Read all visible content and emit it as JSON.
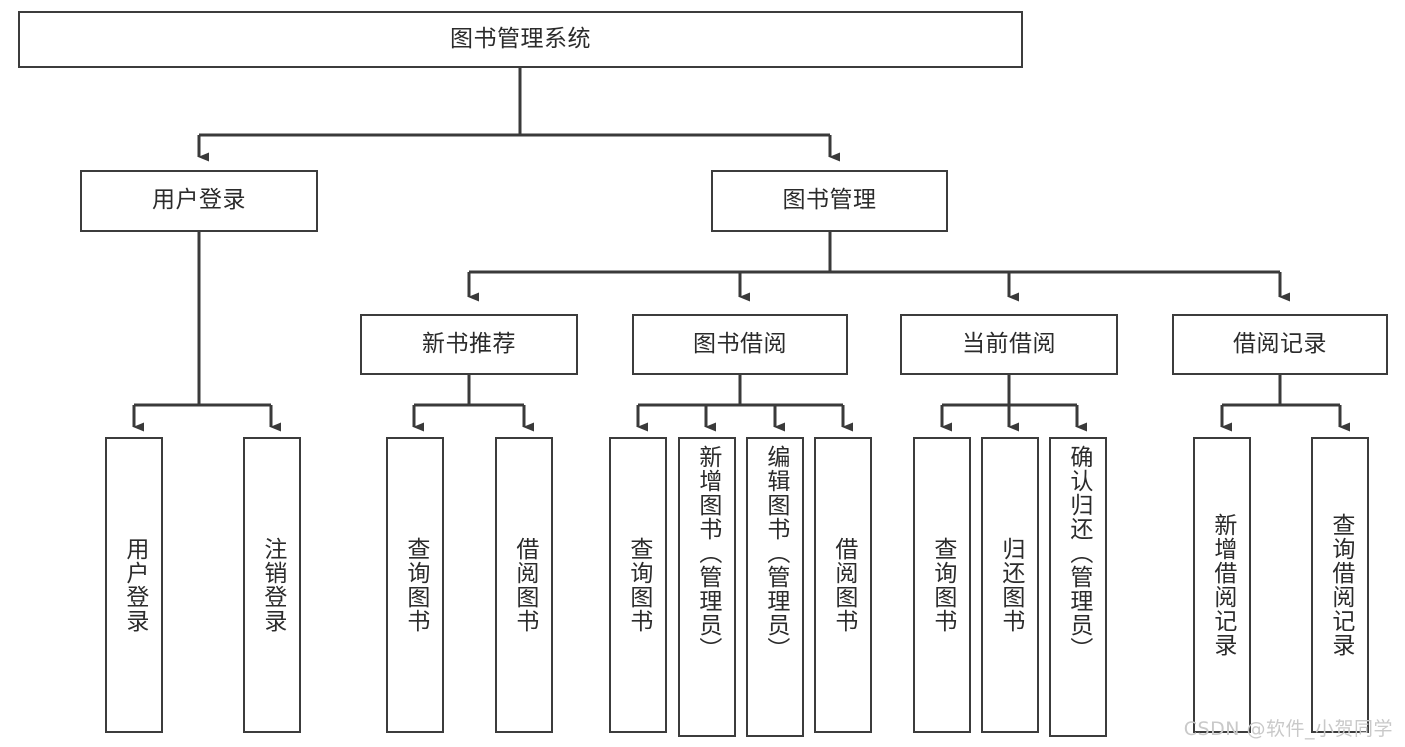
{
  "diagram": {
    "type": "tree-hierarchy-chart",
    "title": "图书管理系统",
    "style": {
      "box_border_color": "#3c3c3c",
      "box_fill_color": "#ffffff",
      "text_color": "#2b2b2b",
      "connector_color": "#3a3a3a",
      "background": "#ffffff",
      "watermark_color": "#c9c9c9"
    },
    "root": {
      "label": "图书管理系统",
      "name": "node-root-library-system"
    },
    "level2": [
      {
        "label": "用户登录",
        "name": "node-user-login"
      },
      {
        "label": "图书管理",
        "name": "node-book-management"
      }
    ],
    "level3": [
      {
        "label": "新书推荐",
        "name": "node-new-book-recommend"
      },
      {
        "label": "图书借阅",
        "name": "node-book-borrow"
      },
      {
        "label": "当前借阅",
        "name": "node-current-borrow"
      },
      {
        "label": "借阅记录",
        "name": "node-borrow-record"
      }
    ],
    "leaves": {
      "user_login": [
        {
          "label": "用户登录",
          "name": "leaf-user-login"
        },
        {
          "label": "注销登录",
          "name": "leaf-user-logout"
        }
      ],
      "new_book_recommend": [
        {
          "label": "查询图书",
          "name": "leaf-query-book-recommend"
        },
        {
          "label": "借阅图书",
          "name": "leaf-borrow-book-recommend"
        }
      ],
      "book_borrow": [
        {
          "label": "查询图书",
          "name": "leaf-query-book-borrow"
        },
        {
          "label": "新增图书（管理员）",
          "name": "leaf-add-book-admin"
        },
        {
          "label": "编辑图书（管理员）",
          "name": "leaf-edit-book-admin"
        },
        {
          "label": "借阅图书",
          "name": "leaf-borrow-book"
        }
      ],
      "current_borrow": [
        {
          "label": "查询图书",
          "name": "leaf-query-book-current"
        },
        {
          "label": "归还图书",
          "name": "leaf-return-book"
        },
        {
          "label": "确认归还（管理员）",
          "name": "leaf-confirm-return-admin"
        }
      ],
      "borrow_record": [
        {
          "label": "新增借阅记录",
          "name": "leaf-add-borrow-record"
        },
        {
          "label": "查询借阅记录",
          "name": "leaf-query-borrow-record"
        }
      ]
    },
    "watermark": "CSDN @软件_小贺同学"
  }
}
